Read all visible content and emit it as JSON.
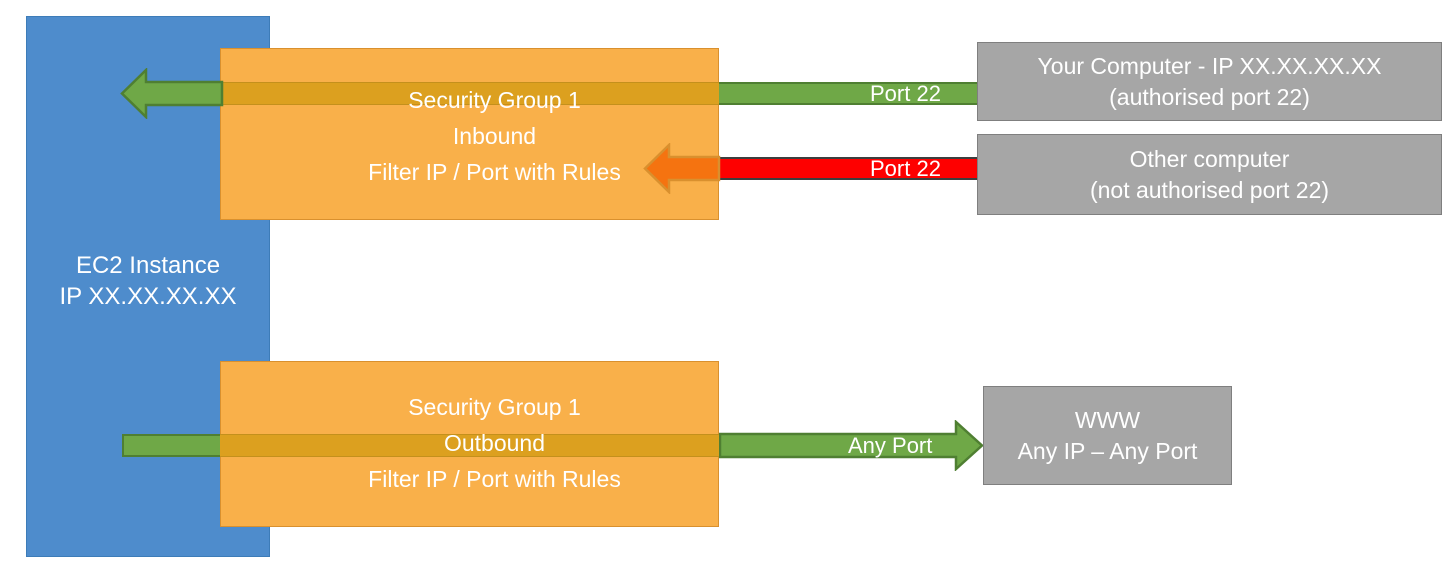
{
  "diagram": {
    "title": "AWS EC2 Security Group inbound and outbound traffic filtering",
    "colors": {
      "instance_blue": "#4E8CCC",
      "security_group_orange": "#F9B04A",
      "allowed_green": "#6FA847",
      "blocked_red": "#FE0000",
      "blocked_arrow_orange": "#F57310",
      "endpoint_gray": "#A6A6A6",
      "band_overlap_gold": "#DCA01F"
    }
  },
  "instance": {
    "name": "EC2 Instance",
    "label": "EC2 Instance\nIP XX.XX.XX.XX"
  },
  "security_groups": [
    {
      "id": "inbound",
      "label": "Security Group 1\nInbound\nFilter IP / Port with Rules",
      "name": "Security Group 1",
      "direction": "Inbound",
      "rule_text": "Filter IP / Port with Rules"
    },
    {
      "id": "outbound",
      "label": "Security Group 1\nOutbound\nFilter IP / Port with Rules",
      "name": "Security Group 1",
      "direction": "Outbound",
      "rule_text": "Filter IP / Port with Rules"
    }
  ],
  "connections": [
    {
      "id": "allowed-inbound",
      "port_label": "Port 22",
      "status": "allowed",
      "color": "#6FA847",
      "direction": "right-to-left"
    },
    {
      "id": "blocked-inbound",
      "port_label": "Port 22",
      "status": "blocked",
      "color": "#FE0000",
      "direction": "right-to-left"
    },
    {
      "id": "allowed-outbound",
      "port_label": "Any Port",
      "status": "allowed",
      "color": "#6FA847",
      "direction": "left-to-right"
    }
  ],
  "endpoints": [
    {
      "id": "your-computer",
      "label": "Your Computer - IP XX.XX.XX.XX\n(authorised port 22)",
      "line1": "Your Computer - IP XX.XX.XX.XX",
      "line2": "(authorised port 22)"
    },
    {
      "id": "other-computer",
      "label": "Other computer\n(not authorised port 22)",
      "line1": "Other computer",
      "line2": "(not authorised port 22)"
    },
    {
      "id": "www",
      "label": "WWW\nAny IP – Any Port",
      "line1": "WWW",
      "line2": "Any IP – Any Port"
    }
  ]
}
